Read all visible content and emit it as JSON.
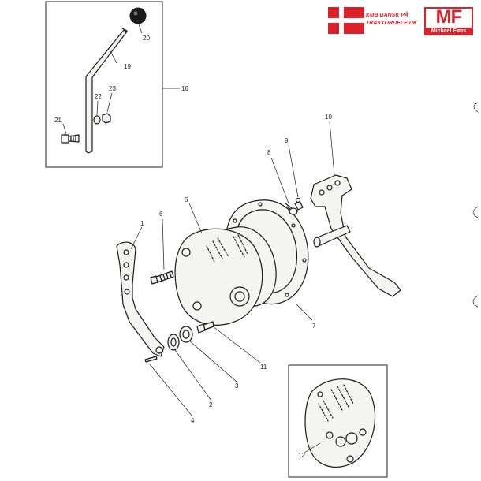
{
  "brand": {
    "tagline_line1": "KØB DANSK PÅ",
    "tagline_line2": "TRAKTORDELE.DK",
    "logo_text": "MF",
    "logo_name": "Michael Føns",
    "flag_color": "#d8232a"
  },
  "callouts": {
    "c1": "1",
    "c2": "2",
    "c3": "3",
    "c4": "4",
    "c5": "5",
    "c6": "6",
    "c7": "7",
    "c8": "8",
    "c9": "9",
    "c10": "10",
    "c11": "11",
    "c12": "12",
    "c18": "18",
    "c19": "19",
    "c20": "20",
    "c21": "21",
    "c22": "22",
    "c23": "23"
  }
}
